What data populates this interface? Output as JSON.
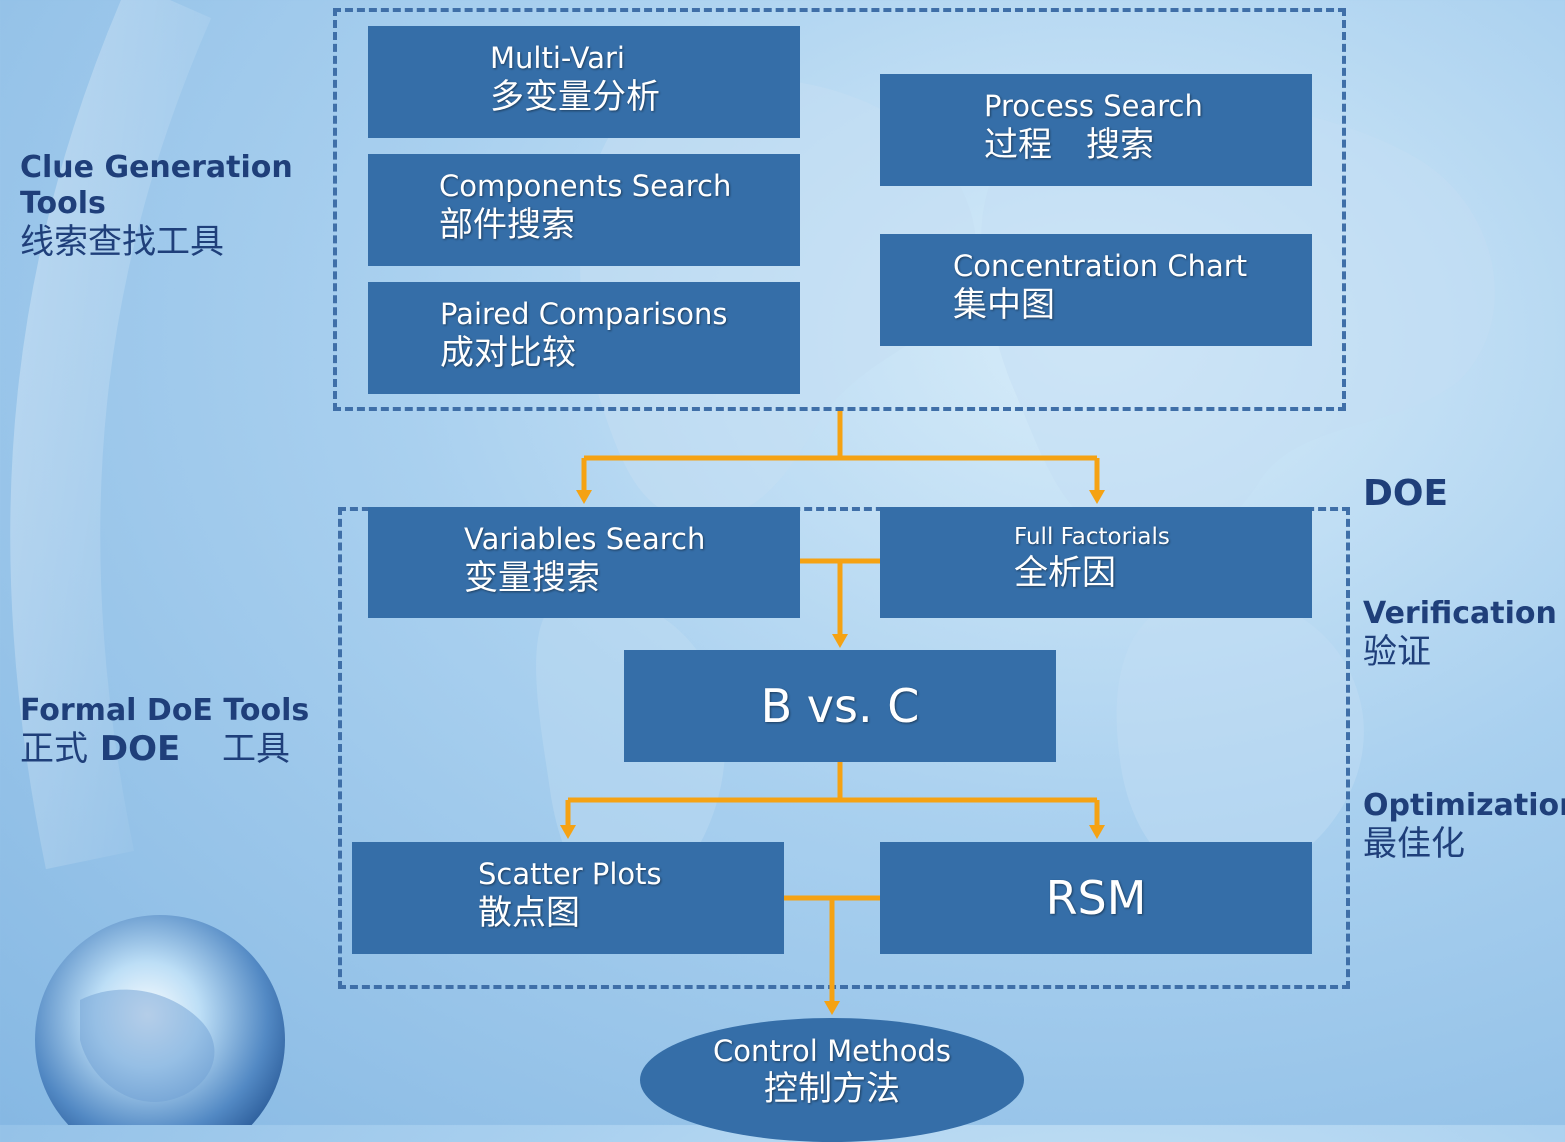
{
  "side_labels": {
    "clue": {
      "line1": "Clue Generation",
      "line2": "Tools",
      "cn": "线索查找工具"
    },
    "formal": {
      "line1": "Formal DoE Tools",
      "cn_prefix": "正式",
      "cn_doe": "DOE",
      "cn_suffix": "工具"
    },
    "doe": "DOE",
    "verification": {
      "en": "Verification",
      "cn": "验证"
    },
    "optimization": {
      "en": "Optimization",
      "cn": "最佳化"
    }
  },
  "clue_tools": {
    "multi_vari": {
      "en": "Multi-Vari",
      "cn": "多变量分析"
    },
    "components_search": {
      "en": "Components Search",
      "cn": "部件搜索"
    },
    "paired_comparisons": {
      "en": "Paired Comparisons",
      "cn": "成对比较"
    },
    "process_search": {
      "en": "Process Search",
      "cn": "过程　搜索"
    },
    "concentration_chart": {
      "en": "Concentration Chart",
      "cn": "集中图"
    }
  },
  "doe_tools": {
    "variables_search": {
      "en": "Variables Search",
      "cn": "变量搜索"
    },
    "full_factorials": {
      "en": "Full Factorials",
      "cn": "全析因"
    },
    "b_vs_c": "B vs. C",
    "scatter_plots": {
      "en": "Scatter Plots",
      "cn": "散点图"
    },
    "rsm": "RSM"
  },
  "control_methods": {
    "en": "Control Methods",
    "cn": "控制方法"
  },
  "colors": {
    "box_fill": "#356ea8",
    "connector": "#f5a213",
    "frame": "#3f6fa8",
    "label_text": "#1f3f7a"
  }
}
